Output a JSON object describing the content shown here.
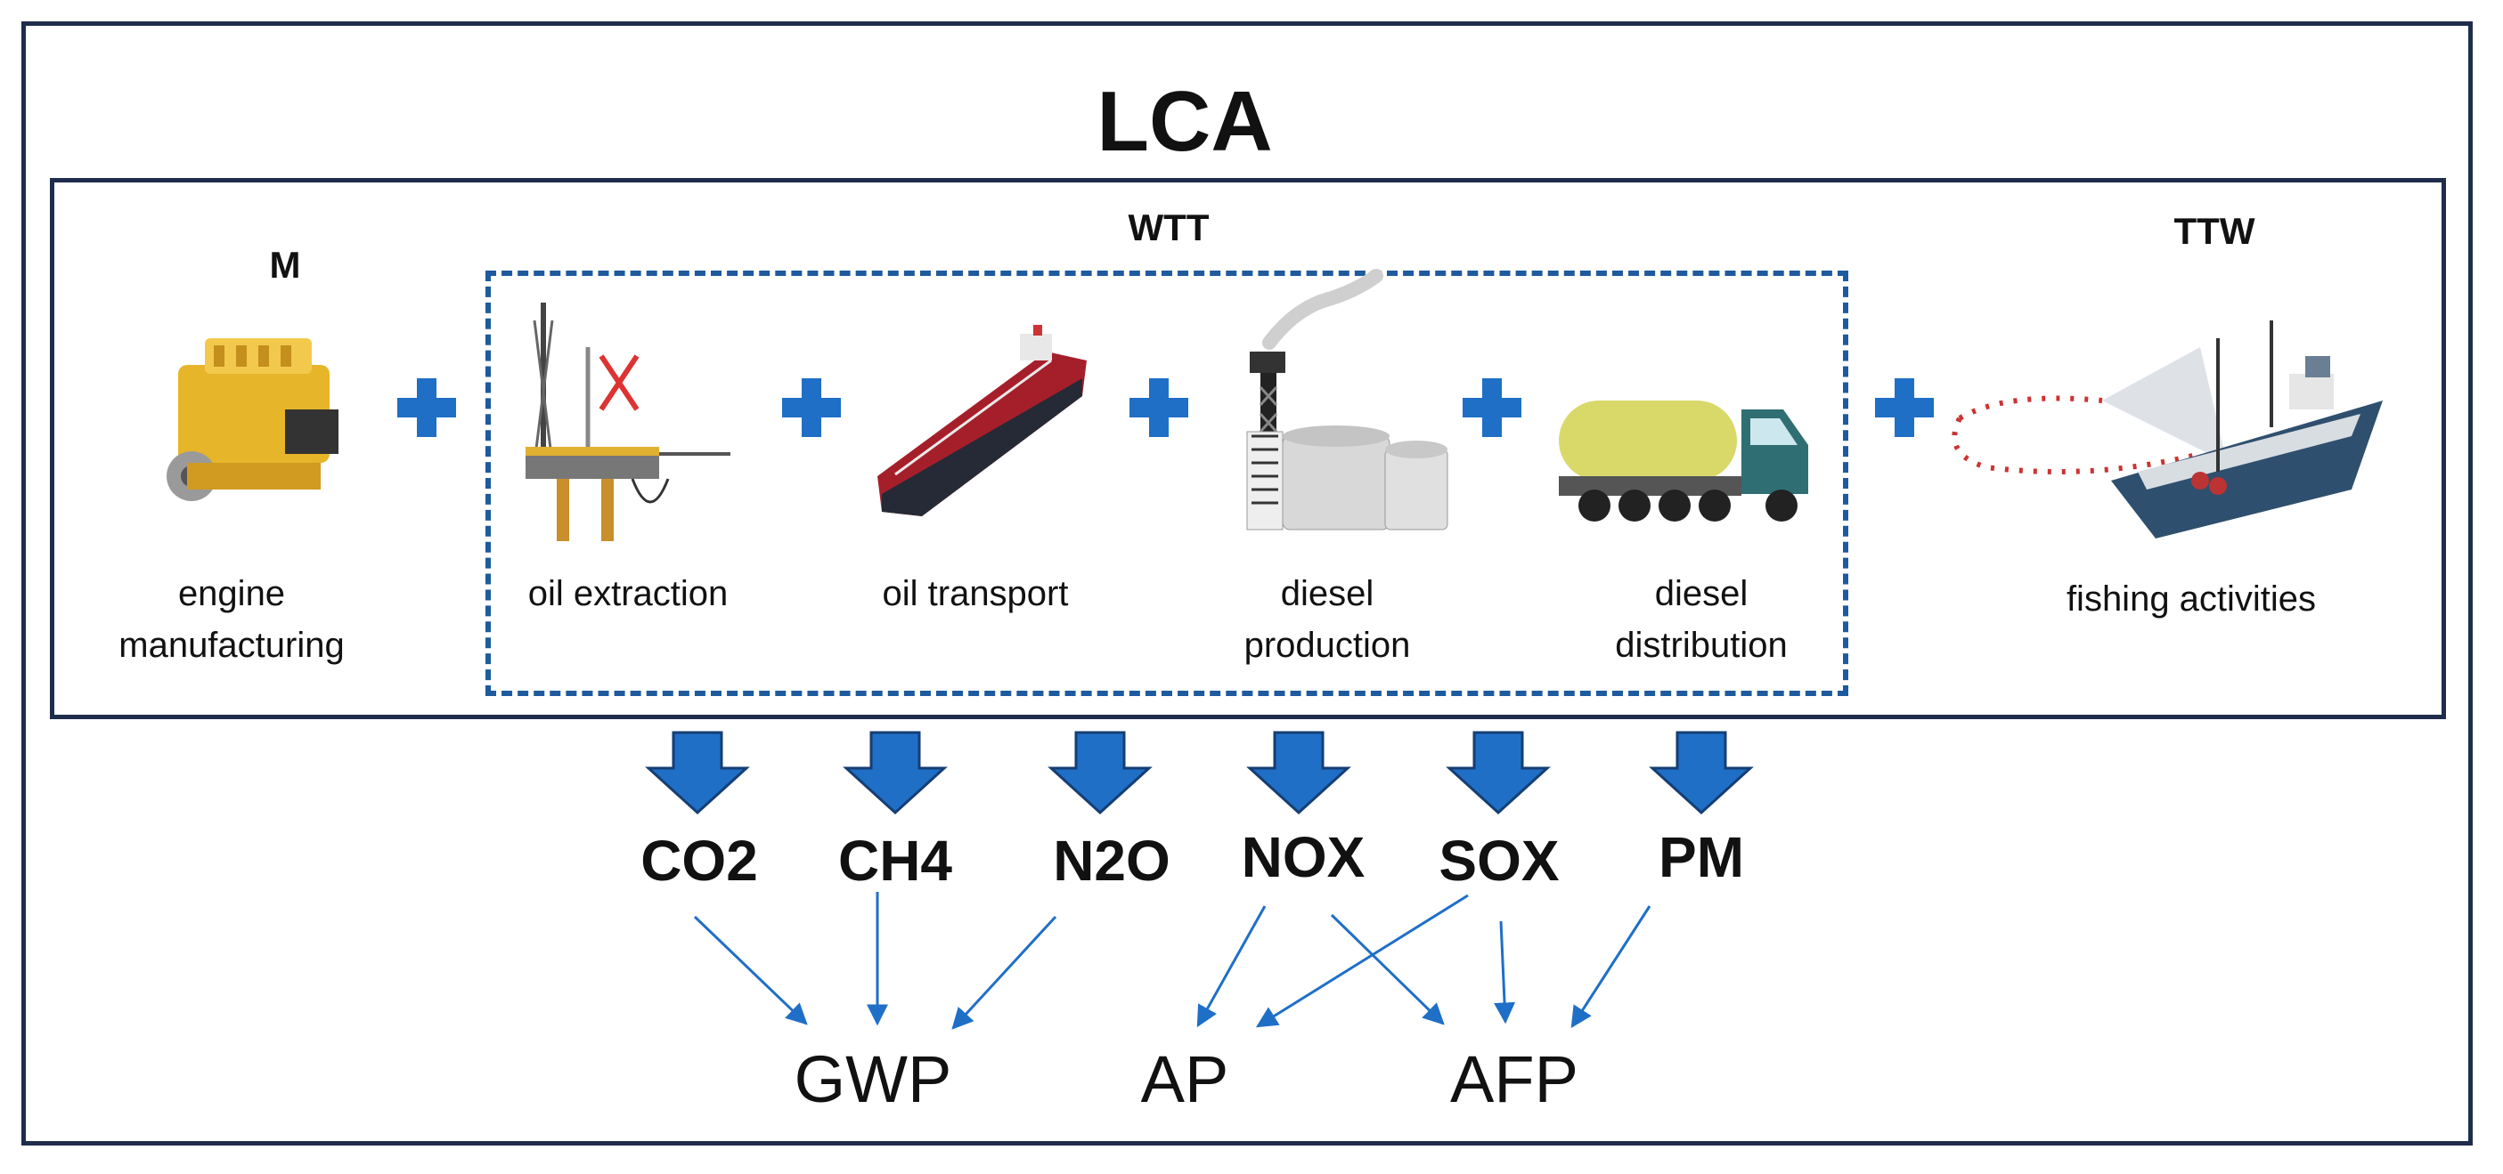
{
  "title": "LCA",
  "sections": {
    "m": "M",
    "wtt": "WTT",
    "ttw": "TTW"
  },
  "stages": [
    {
      "line1": "engine",
      "line2": "manufacturing",
      "icon": "engine-icon"
    },
    {
      "line1": "oil extraction",
      "line2": "",
      "icon": "oil-rig-icon"
    },
    {
      "line1": "oil transport",
      "line2": "",
      "icon": "tanker-ship-icon"
    },
    {
      "line1": "diesel",
      "line2": "production",
      "icon": "refinery-icon"
    },
    {
      "line1": "diesel",
      "line2": "distribution",
      "icon": "tanker-truck-icon"
    },
    {
      "line1": "fishing activities",
      "line2": "",
      "icon": "fishing-boat-icon"
    }
  ],
  "emissions": [
    "CO2",
    "CH4",
    "N2O",
    "NOX",
    "SOX",
    "PM"
  ],
  "impacts": [
    "GWP",
    "AP",
    "AFP"
  ],
  "links": [
    [
      "CO2",
      "GWP"
    ],
    [
      "CH4",
      "GWP"
    ],
    [
      "N2O",
      "GWP"
    ],
    [
      "NOX",
      "AP"
    ],
    [
      "NOX",
      "AFP"
    ],
    [
      "SOX",
      "AP"
    ],
    [
      "SOX",
      "AFP"
    ],
    [
      "PM",
      "AFP"
    ]
  ],
  "colors": {
    "accent": "#1f6fc7",
    "frame": "#1f2d4d",
    "dashed": "#1e5a9e"
  }
}
